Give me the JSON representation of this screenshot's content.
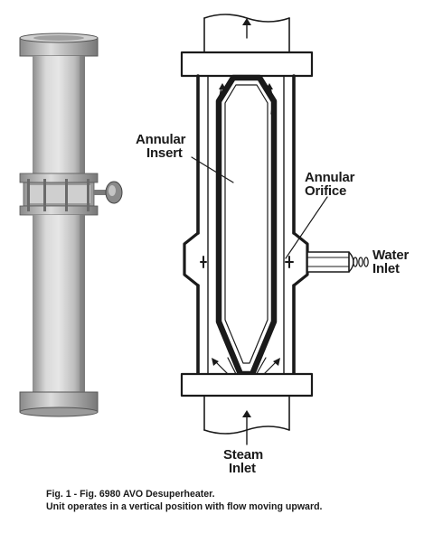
{
  "labels": {
    "annular_insert": [
      "Annular",
      "Insert"
    ],
    "annular_orifice": [
      "Annular",
      "Orifice"
    ],
    "water_inlet": [
      "Water",
      "Inlet"
    ],
    "steam_inlet": [
      "Steam",
      "Inlet"
    ]
  },
  "caption": {
    "line1": "Fig. 1 - Fig. 6980 AVO Desuperheater.",
    "line2": "Unit operates in a vertical position with flow moving upward."
  },
  "colors": {
    "ink": "#1a1a1a",
    "pipe_body": "#c9c9c9",
    "pipe_shadow": "#8a8a8a",
    "pipe_highlight": "#ececec"
  }
}
